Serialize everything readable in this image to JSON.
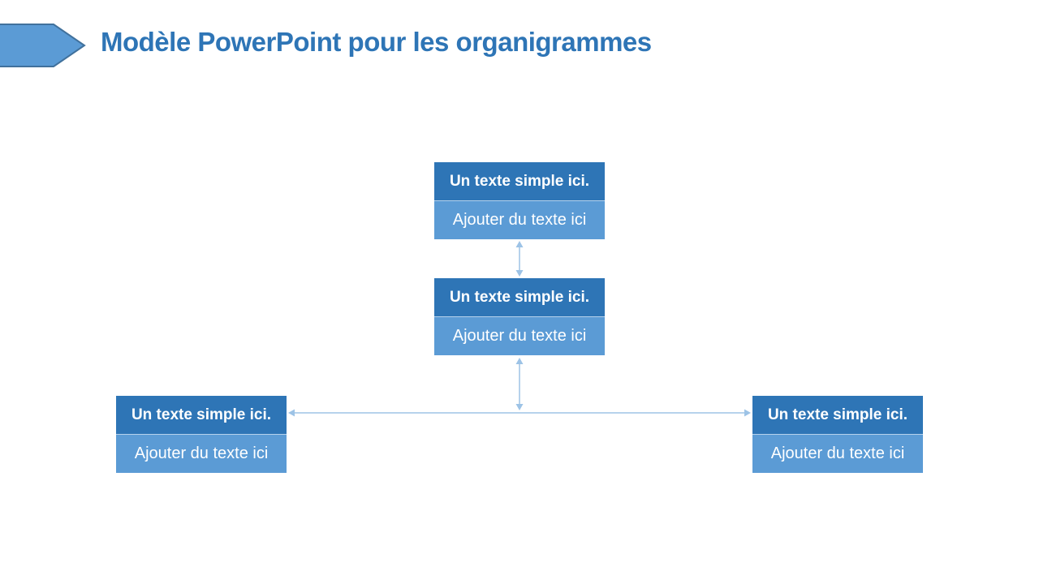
{
  "slide": {
    "title": "Modèle PowerPoint pour les organigrammes"
  },
  "orgchart": {
    "nodes": [
      {
        "id": "top",
        "header": "Un texte simple ici.",
        "body": "Ajouter du texte ici"
      },
      {
        "id": "middle",
        "header": "Un texte simple ici.",
        "body": "Ajouter du texte ici"
      },
      {
        "id": "left",
        "header": "Un texte simple ici.",
        "body": "Ajouter du texte ici"
      },
      {
        "id": "right",
        "header": "Un texte simple ici.",
        "body": "Ajouter du texte ici"
      }
    ]
  },
  "colors": {
    "title_color": "#2E75B6",
    "node_header_bg": "#2E75B6",
    "node_body_bg": "#5B9BD5",
    "node_text": "#FFFFFF",
    "connector_color": "#9DC3E6",
    "banner_fill": "#5B9BD5",
    "banner_border": "#41719C",
    "slide_bg": "#FFFFFF"
  }
}
